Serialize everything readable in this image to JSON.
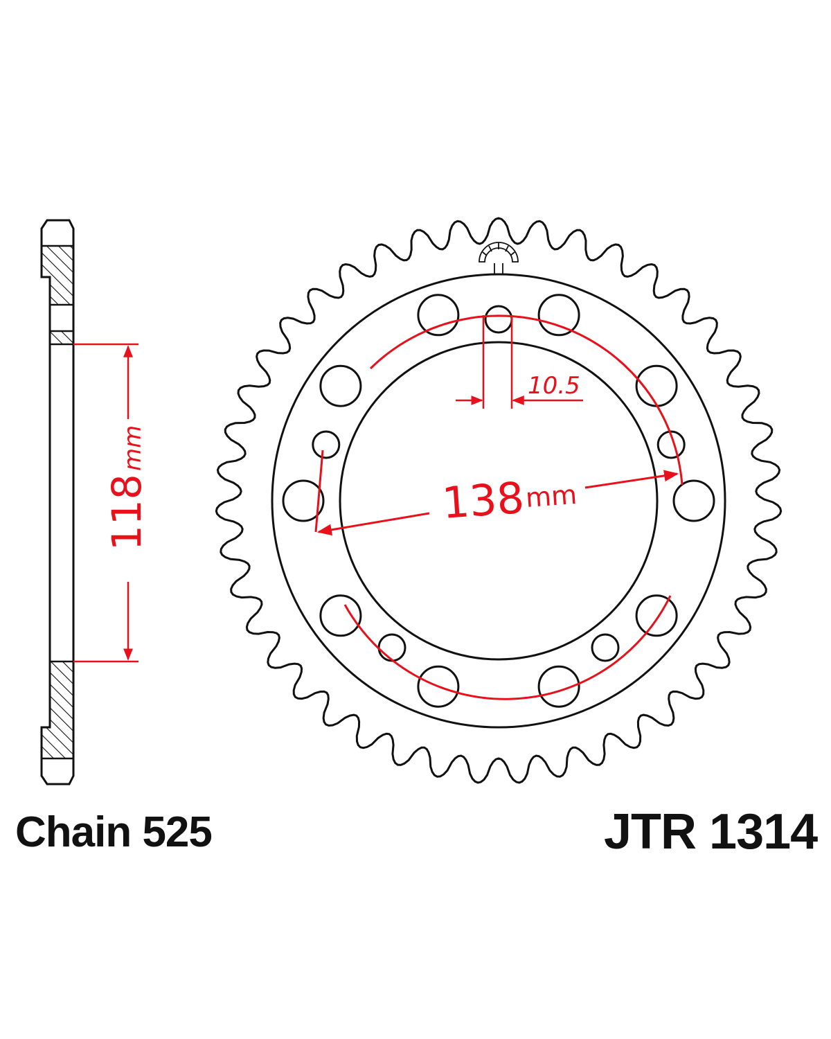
{
  "labels": {
    "chain": "Chain 525",
    "part_number": "JTR 1314",
    "bore_diameter": "118",
    "bore_unit": "mm",
    "bolt_circle": "138",
    "bolt_circle_unit": "mm",
    "bolt_hole_diameter": "10.5"
  },
  "sprocket": {
    "teeth": 43,
    "large_holes": 10,
    "small_holes": 5
  },
  "colors": {
    "outline": "#111111",
    "dimension": "#e8101a",
    "hatch": "#111111"
  },
  "icons": {
    "logo": "jt-sprockets-logo-icon"
  }
}
